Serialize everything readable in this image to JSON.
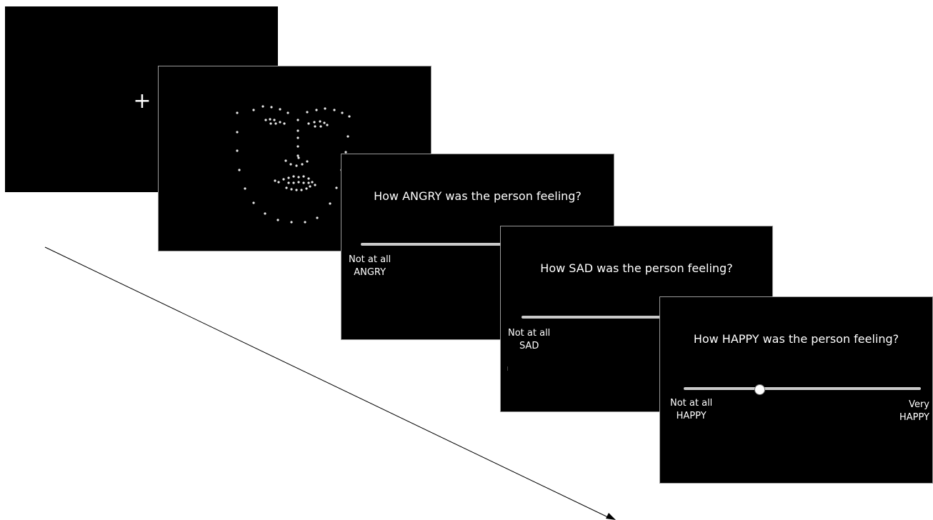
{
  "fixation": {
    "symbol": "+"
  },
  "face_stimulus": {
    "dots": []
  },
  "ratings": {
    "angry": {
      "question": "How ANGRY was the person feeling?",
      "anchor_low": [
        "Not at all",
        "ANGRY"
      ]
    },
    "sad": {
      "question": "How SAD was the person feeling?",
      "anchor_low": [
        "Not at all",
        "SAD"
      ]
    },
    "happy": {
      "question": "How HAPPY was the person feeling?",
      "anchor_low": [
        "Not at all",
        "HAPPY"
      ],
      "anchor_high": [
        "Very",
        "HAPPY"
      ],
      "slider_value": 0.32
    }
  },
  "colors": {
    "screen_bg": "#000000",
    "text": "#ffffff",
    "track": "#c9c9c9",
    "arrow": "#000000"
  }
}
